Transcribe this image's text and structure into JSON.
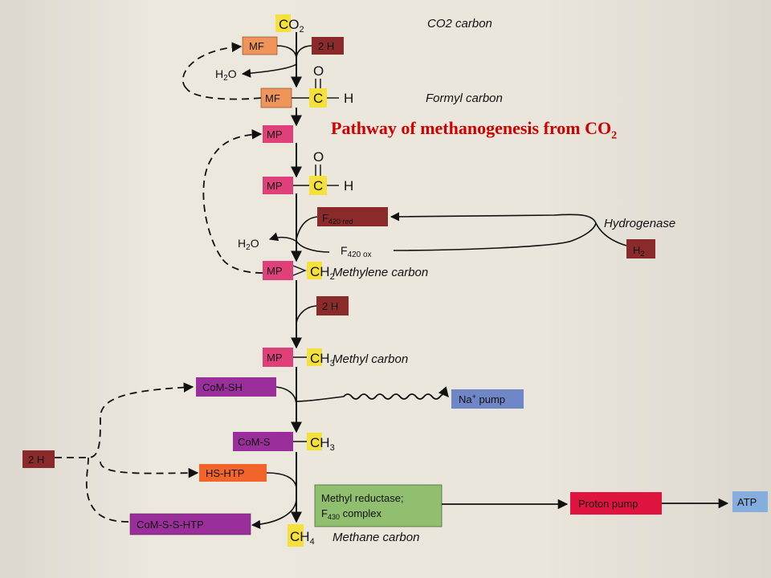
{
  "title": {
    "main": "Pathway of methanogenesis from CO",
    "sub": "2"
  },
  "carbon_labels": {
    "co2": "CO2 carbon",
    "formyl": "Formyl carbon",
    "methylene": "Methylene carbon",
    "methyl": "Methyl carbon",
    "methane": "Methane carbon"
  },
  "molecules": {
    "co2": "CO2",
    "ch2": "CH2",
    "ch3": "CH3",
    "ch4": "CH4",
    "h2o": "H2O",
    "h2": "H2",
    "two_h": "2 H"
  },
  "atoms": {
    "carbon": "C",
    "oxygen": "O",
    "hydrogen": "H"
  },
  "coenzymes": {
    "mf": "MF",
    "mp": "MP",
    "com_sh": "CoM-SH",
    "com_s": "CoM-S",
    "hs_htp": "HS-HTP",
    "com_s_s_htp": "CoM-S-S-HTP"
  },
  "enzymes": {
    "hydrogenase": "Hydrogenase",
    "f420_red": "F420 red",
    "f420_ox": "F420 ox",
    "methyl_reductase_line1": "Methyl reductase;",
    "methyl_reductase_line2": "F430 complex"
  },
  "pumps": {
    "na_pump": "Na+ pump",
    "proton_pump": "Proton pump",
    "atp": "ATP"
  },
  "colors": {
    "title_red": "#d00000",
    "mf_orange": "#f0955a",
    "mp_magenta": "#e0407a",
    "carbon_yellow": "#f6e03a",
    "hydrogen_maroon": "#8a2a2a",
    "com_purple": "#9a2e9a",
    "htp_orange": "#f2642a",
    "na_pump_blue": "#6f86c7",
    "reductase_green": "#8fbf6f",
    "proton_pump_red": "#df1540",
    "atp_blue": "#85aede"
  }
}
